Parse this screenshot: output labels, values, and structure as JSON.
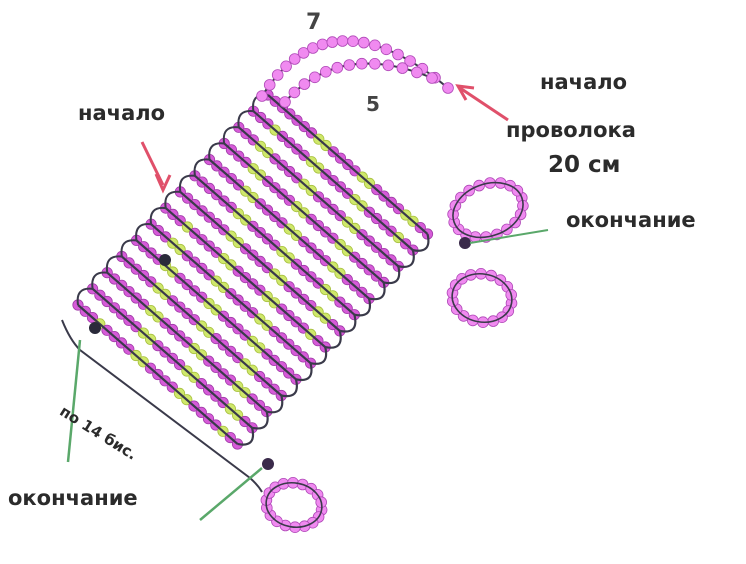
{
  "labels": {
    "start_left": "начало",
    "start_right": "начало",
    "wire": "проволока",
    "wire_length": "20 см",
    "end_right": "окончание",
    "end_bottom": "окончание",
    "count_note": "по 14 бис.",
    "num_seven": "7",
    "num_five": "5"
  },
  "colors": {
    "pink_bead": "#d65bd8",
    "pink_bead_light": "#f08af0",
    "green_bead": "#cfe86a",
    "wire": "#3a3a4a",
    "arrow_red": "#e0506a",
    "arrow_green": "#5aa86a"
  }
}
